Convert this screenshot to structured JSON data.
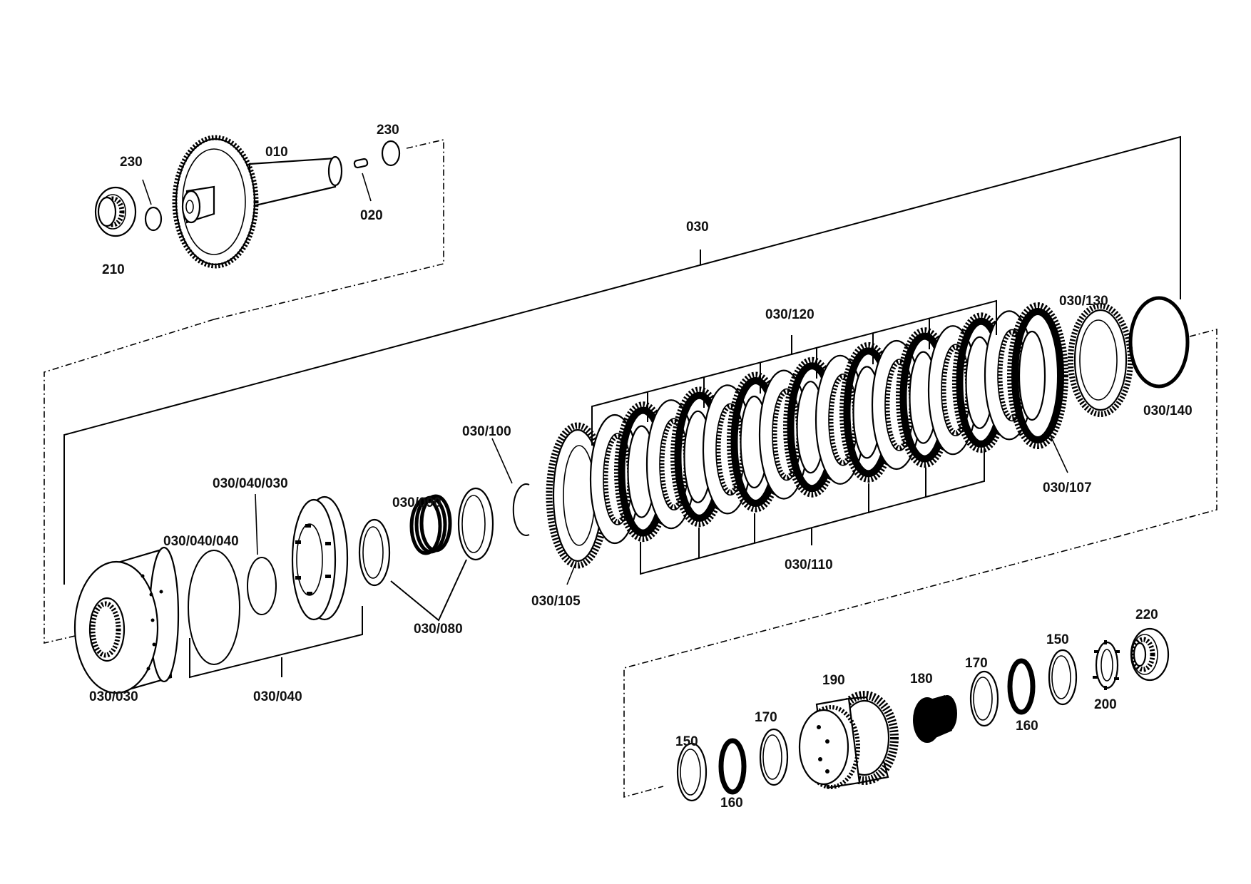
{
  "labels": {
    "p010": "010",
    "p020": "020",
    "p230a": "230",
    "p230b": "230",
    "p210": "210",
    "p030": "030",
    "p030_120": "030/120",
    "p030_130": "030/130",
    "p030_140": "030/140",
    "p030_100": "030/100",
    "p030_040_030": "030/040/030",
    "p030_090": "030/090",
    "p030_040_040": "030/040/040",
    "p030_107": "030/107",
    "p030_110": "030/110",
    "p030_105": "030/105",
    "p030_080": "030/080",
    "p030_030": "030/030",
    "p030_040": "030/040",
    "p220": "220",
    "p150a": "150",
    "p170a": "170",
    "p190": "190",
    "p180": "180",
    "p160a": "160",
    "p200": "200",
    "p150b": "150",
    "p170b": "170",
    "p160b": "160"
  }
}
